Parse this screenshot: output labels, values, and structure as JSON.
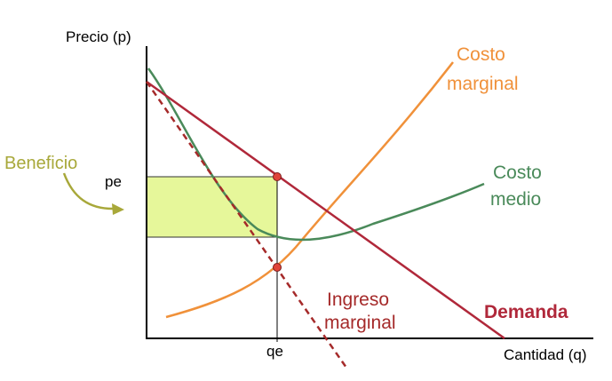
{
  "axes": {
    "y_label": "Precio (p)",
    "x_label": "Cantidad (q)",
    "price_tick": "pe",
    "quantity_tick": "qe"
  },
  "labels": {
    "beneficio": "Beneficio",
    "costo_marginal_line1": "Costo",
    "costo_marginal_line2": "marginal",
    "costo_medio_line1": "Costo",
    "costo_medio_line2": "medio",
    "ingreso_marginal_line1": "Ingreso",
    "ingreso_marginal_line2": "marginal",
    "demanda": "Demanda"
  },
  "colors": {
    "demand": "#b0283a",
    "marginal_revenue": "#a52a2a",
    "marginal_cost": "#f0913a",
    "average_cost": "#4a8a5a",
    "profit_fill": "#e6f79a",
    "beneficio_text": "#a8a83a",
    "points": "#e0443a"
  }
}
